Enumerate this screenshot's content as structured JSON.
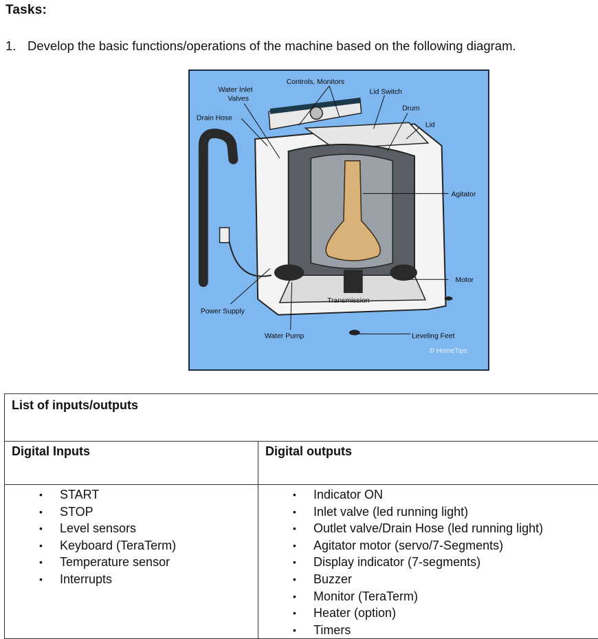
{
  "heading": "Tasks:",
  "task": {
    "number": "1.",
    "text": "Develop the basic functions/operations of the machine based on the following diagram."
  },
  "diagram": {
    "labels": {
      "controls": "Controls, Monitors",
      "water_inlet_1": "Water Inlet",
      "water_inlet_2": "Valves",
      "lid_switch": "Lid Switch",
      "drum": "Drum",
      "drain_hose": "Drain Hose",
      "lid": "Lid",
      "agitator": "Agitator",
      "motor": "Motor",
      "transmission": "Transmission",
      "power_supply": "Power Supply",
      "water_pump": "Water Pump",
      "leveling_feet": "Leveling Feet",
      "watermark": "© HomeTips"
    },
    "colors": {
      "background": "#7fb8f0",
      "tub": "#5a5f66",
      "agitator": "#d9b27a"
    }
  },
  "table": {
    "title": "List of inputs/outputs",
    "inputs_header": "Digital Inputs",
    "outputs_header": "Digital outputs",
    "inputs": [
      "START",
      "STOP",
      "Level sensors",
      "Keyboard (TeraTerm)",
      "Temperature sensor",
      "Interrupts"
    ],
    "outputs": [
      "Indicator ON",
      "Inlet valve (led running light)",
      "Outlet valve/Drain Hose (led running light)",
      "Agitator motor (servo/7-Segments)",
      "Display indicator (7-segments)",
      "Buzzer",
      "Monitor (TeraTerm)",
      "Heater (option)",
      "Timers"
    ]
  }
}
